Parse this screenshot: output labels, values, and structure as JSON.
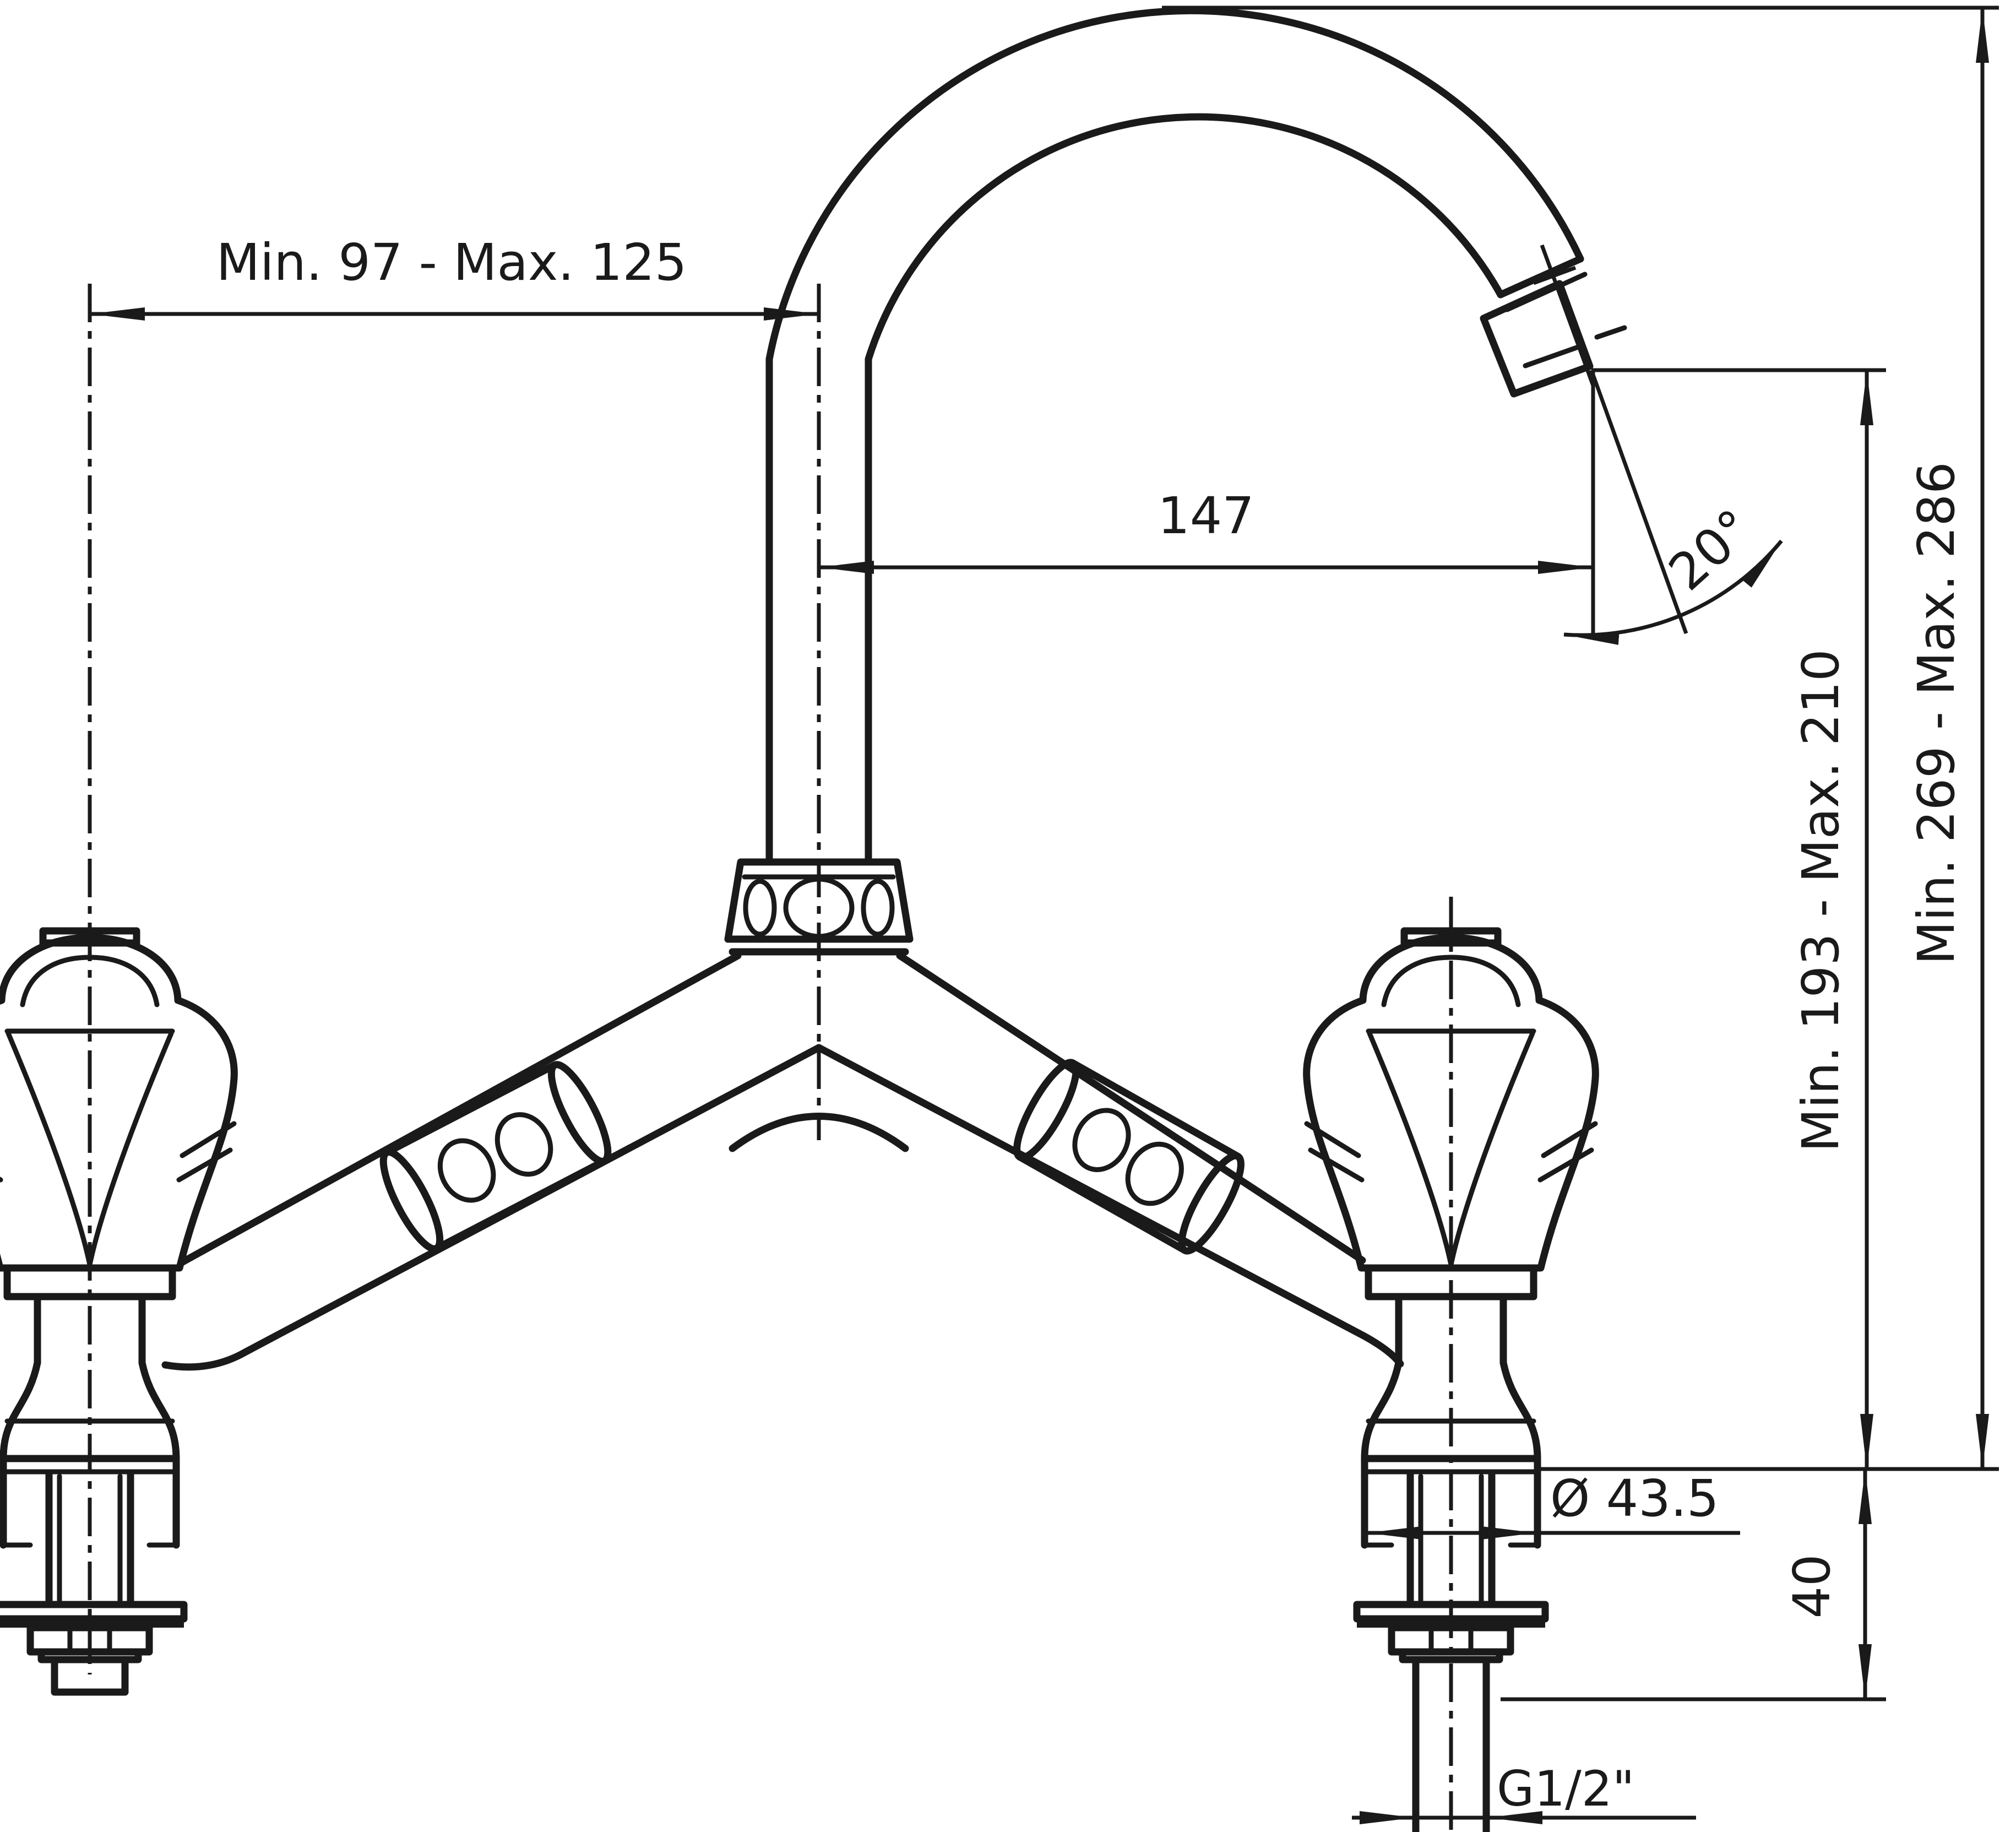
{
  "dimensions": {
    "top_width": "Min. 97 - Max. 125",
    "reach": "147",
    "outlet_angle": "20°",
    "height_outlet": "Min. 193 - Max. 210",
    "height_total": "Min. 269 - Max. 286",
    "base_diameter": "Ø 43.5",
    "under_counter_depth": "40",
    "thread": "G1/2\""
  },
  "colors": {
    "ink": "#1a1a1a",
    "paper": "#ffffff"
  }
}
